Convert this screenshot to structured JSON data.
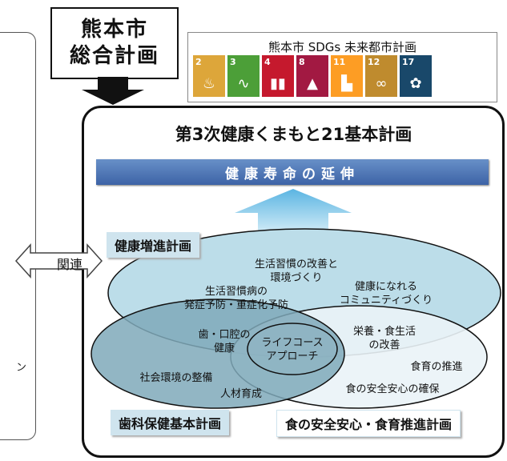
{
  "left_note": "ン",
  "city_plan": {
    "line1": "熊本市",
    "line2": "総合計画"
  },
  "sdgs": {
    "title": "熊本市 SDGs 未来都市計画",
    "goals": [
      {
        "number": "2",
        "icon": "bowl-icon",
        "glyph": "♨",
        "color": "#dda63a"
      },
      {
        "number": "3",
        "icon": "heartbeat-icon",
        "glyph": "∿",
        "color": "#4c9f38"
      },
      {
        "number": "4",
        "icon": "book-icon",
        "glyph": "▮▮",
        "color": "#c5192d"
      },
      {
        "number": "8",
        "icon": "growth-chart-icon",
        "glyph": "▲",
        "color": "#a21942"
      },
      {
        "number": "11",
        "icon": "city-buildings-icon",
        "glyph": "▙",
        "color": "#fd9d24"
      },
      {
        "number": "12",
        "icon": "infinity-icon",
        "glyph": "∞",
        "color": "#bf8b2e"
      },
      {
        "number": "17",
        "icon": "partnership-flower-icon",
        "glyph": "✿",
        "color": "#19486a"
      }
    ]
  },
  "relation_label": "関連",
  "main_title": "第3次健康くまもと21基本計画",
  "goal_banner": "健康寿命の延伸",
  "health_plan": {
    "title": "健康増進計画",
    "items": [
      "生活習慣の改善と\n環境づくり",
      "生活習慣病の\n発症予防・重症化予防",
      "健康になれる\nコミュニティづくり"
    ]
  },
  "dental_plan": {
    "title": "歯科保健基本計画",
    "items": [
      "歯・口腔の\n健康",
      "社会環境の整備",
      "人材育成"
    ]
  },
  "food_plan": {
    "title": "食の安全安心・食育推進計画",
    "items": [
      "栄養・食生活\nの改善",
      "食育の推進",
      "食の安全安心の確保"
    ]
  },
  "lifecourse": "ライフコース\nアプローチ",
  "colors": {
    "banner": "#4a72b4",
    "big_ellipse": "#bcdde9",
    "dental": "#7fa9ba",
    "food": "#eaf3f7",
    "arrow": "#5ab4e2"
  }
}
